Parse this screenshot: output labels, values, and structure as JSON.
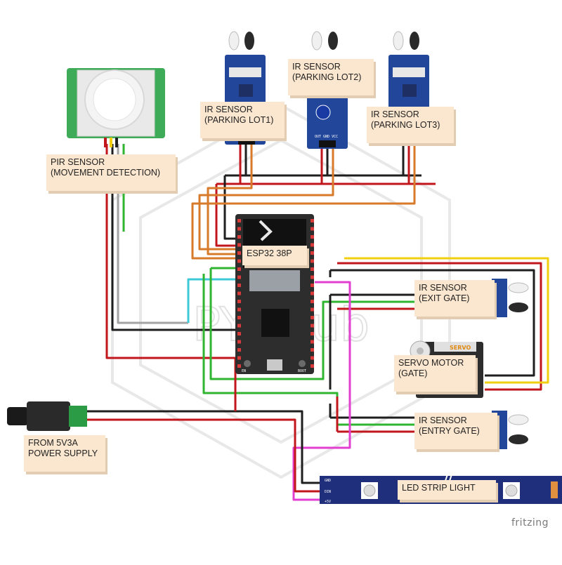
{
  "labels": {
    "pir": [
      "PIR SENSOR",
      "(MOVEMENT DETECTION)"
    ],
    "ir1": [
      "IR SENSOR",
      "(PARKING LOT1)"
    ],
    "ir2": [
      "IR SENSOR",
      "(PARKING LOT2)"
    ],
    "ir3": [
      "IR SENSOR",
      "(PARKING LOT3)"
    ],
    "esp": "ESP32 38P",
    "exit": [
      "IR SENSOR",
      "(EXIT GATE)"
    ],
    "servo": [
      "SERVO MOTOR",
      "(GATE)"
    ],
    "entry": [
      "IR SENSOR",
      "(ENTRY GATE)"
    ],
    "power": [
      "FROM 5V3A",
      "POWER SUPPLY"
    ],
    "led": "LED STRIP LIGHT"
  },
  "watermark": "PYPHub",
  "footer": "fritzing",
  "part_markings": {
    "ir_pins": "OUT GND VCC",
    "servo_brand": "SERVO",
    "board_buttons": [
      "EN",
      "BOOT"
    ],
    "led_pads": [
      "GND",
      "DIN",
      "+5V"
    ]
  },
  "wire_colors": {
    "red": "#c0161c",
    "black": "#1e1e1e",
    "yellow": "#f2cf0e",
    "orange": "#d77a2a",
    "green": "#2fb52f",
    "cyan": "#3ec9d6",
    "magenta": "#e23fd2",
    "gray": "#a3a3a3"
  }
}
